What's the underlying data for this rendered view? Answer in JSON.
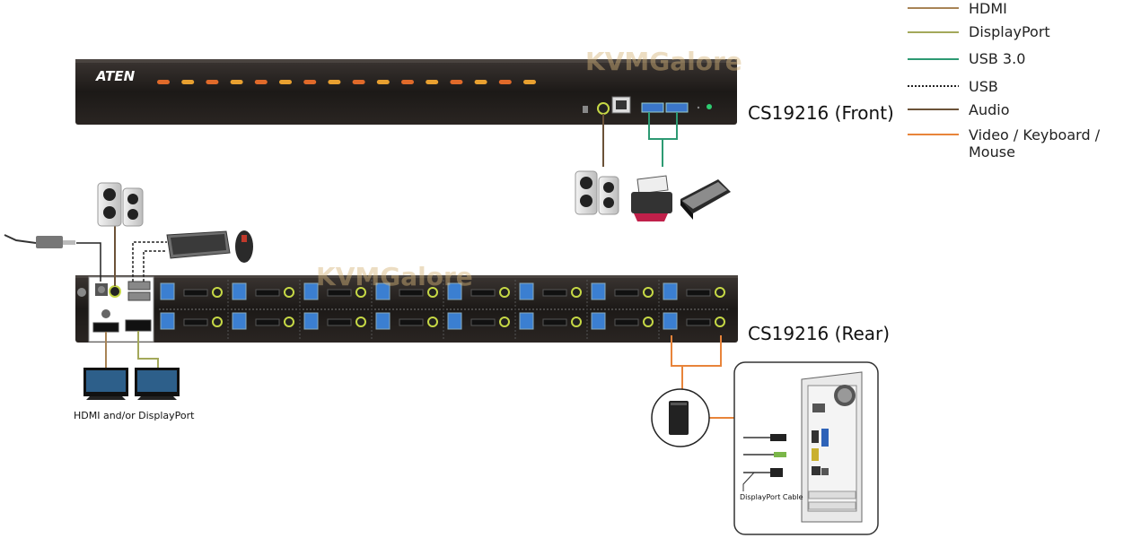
{
  "legend": [
    {
      "label": "HDMI",
      "color": "#a88456",
      "style": "solid"
    },
    {
      "label": "DisplayPort",
      "color": "#a3a85a",
      "style": "solid"
    },
    {
      "label": "USB 3.0",
      "color": "#2d9a73",
      "style": "solid"
    },
    {
      "label": "USB",
      "color": "#222222",
      "style": "dotted"
    },
    {
      "label": "Audio",
      "color": "#6b5238",
      "style": "solid"
    },
    {
      "label": "Video / Keyboard / Mouse",
      "color": "#e8843a",
      "style": "solid"
    }
  ],
  "front": {
    "brand": "ATEN",
    "title": "CS19216 (Front)",
    "led_count": 16
  },
  "rear": {
    "title": "CS19216 (Rear)",
    "port_groups": 8
  },
  "watermark": "KVMGalore",
  "captions": {
    "monitors": "HDMI and/or DisplayPort",
    "cable": "DisplayPort Cable"
  }
}
